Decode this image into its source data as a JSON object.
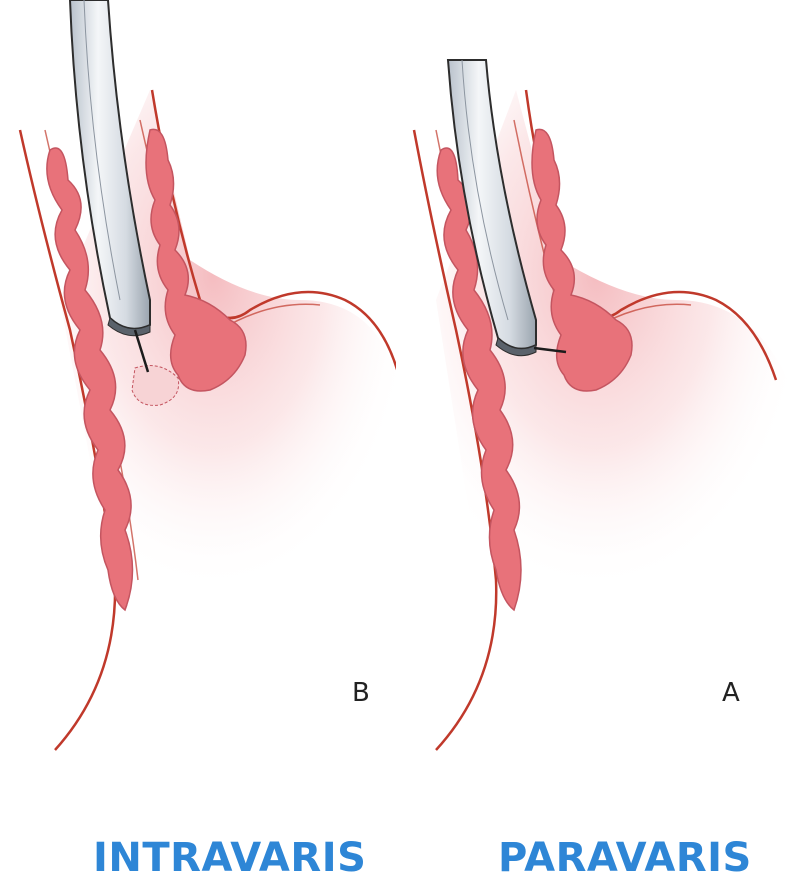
{
  "panels": [
    {
      "letter": "B",
      "caption": "INTRAVARIS"
    },
    {
      "letter": "A",
      "caption": "PARAVARIS"
    }
  ],
  "colors": {
    "caption": "#2e86d6",
    "wall_line": "#c0392b",
    "varix_fill": "#e8727a",
    "mucosa_blush": "#f6c9cb",
    "endoscope": "#dfe4ea"
  }
}
